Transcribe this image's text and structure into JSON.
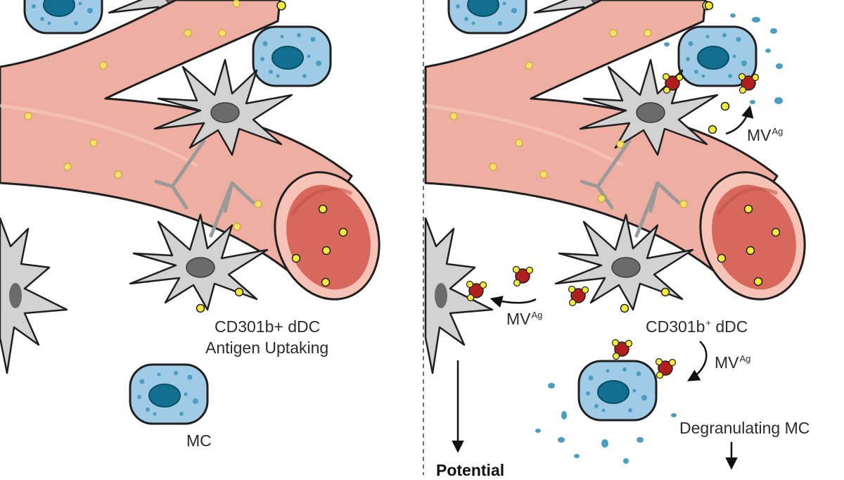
{
  "labels": {
    "left_dc_line1": "CD301b+ dDC",
    "left_dc_line2": "Antigen Uptaking",
    "left_mc": "MC",
    "right_dc_main": "CD301b",
    "right_dc_sup": "+",
    "right_dc_tail": " dDC",
    "mv_main": "MV",
    "mv_sup": "Ag",
    "degranulating_mc": "Degranulating MC",
    "potential": "Potential"
  },
  "colors": {
    "vessel": "#efaea2",
    "vessel_lumen": "#d9685c",
    "mast_cell": "#9fcbe6",
    "mast_cell_nucleus": "#126f90",
    "dendritic_cell": "#d2d2d2",
    "antigen": "#f3ea3a",
    "vesicle": "#b01e1e",
    "granule": "#4a9ec2"
  }
}
